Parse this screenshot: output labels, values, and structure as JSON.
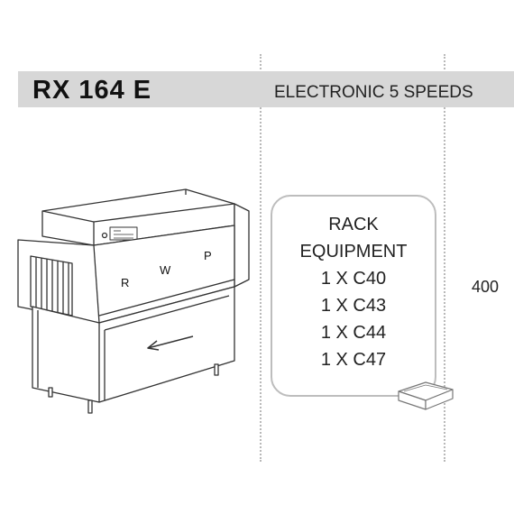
{
  "header": {
    "model": "RX 164 E",
    "subtitle": "ELECTRONIC 5 SPEEDS"
  },
  "machine": {
    "panel_labels": [
      "R",
      "W",
      "P"
    ],
    "direction": "right-to-left arrow"
  },
  "rack_equipment": {
    "title_line1": "RACK",
    "title_line2": "EQUIPMENT",
    "items": [
      "1 X C40",
      "1 X C43",
      "1 X C44",
      "1 X C47"
    ]
  },
  "dimension_label": "400"
}
